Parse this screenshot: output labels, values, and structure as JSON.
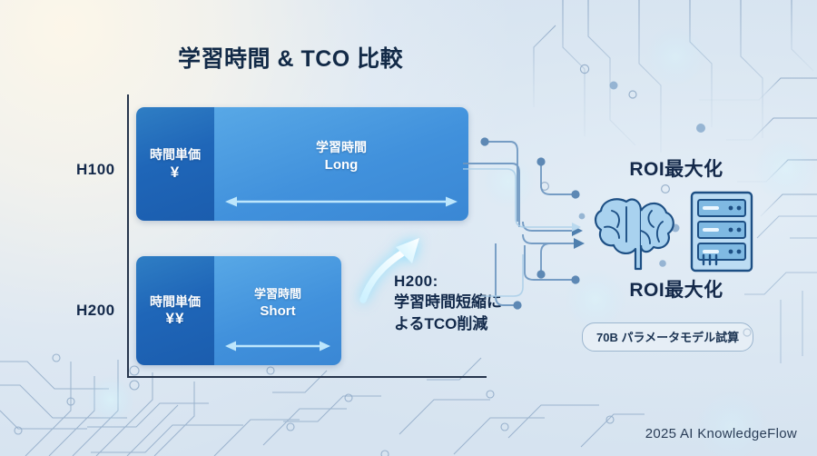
{
  "slide": {
    "title": "学習時間 & TCO 比較",
    "footer": "2025 AI KnowledgeFlow"
  },
  "chart": {
    "axis_labels": {
      "h100": "H100",
      "h200": "H200"
    },
    "bars": [
      {
        "id": "h100",
        "price_label": "時間単価",
        "price_value": "¥",
        "time_label": "学習時間",
        "time_value": "Long"
      },
      {
        "id": "h200",
        "price_label": "時間単価",
        "price_value": "¥¥",
        "time_label": "学習時間",
        "time_value": "Short"
      }
    ]
  },
  "annotation": {
    "line1": "H200:",
    "line2": "学習時間短縮に",
    "line3": "よるTCO削減"
  },
  "right_panel": {
    "roi_top": "ROI最大化",
    "roi_bottom": "ROI最大化",
    "badge": "70B パラメータモデル試算"
  },
  "chart_data": {
    "type": "bar",
    "title": "学習時間 & TCO 比較",
    "orientation": "horizontal",
    "categories": [
      "H100",
      "H200"
    ],
    "series": [
      {
        "name": "時間単価",
        "values": [
          1,
          1
        ],
        "labels": [
          "¥",
          "¥¥"
        ],
        "color": "#1f66b8"
      },
      {
        "name": "学習時間",
        "values": [
          3.26,
          1.63
        ],
        "labels": [
          "Long",
          "Short"
        ],
        "color": "#4191dc"
      }
    ],
    "xlabel": "",
    "ylabel": "",
    "grid": false,
    "legend": "none",
    "notes": "H200: 学習時間短縮によるTCO削減 / 70B パラメータモデル試算"
  },
  "colors": {
    "price_segment": "#1f66b8",
    "time_segment": "#4191dc",
    "text_dark": "#14294a",
    "arrow_light": "#b9e4fb",
    "connector": "#4f7fae",
    "background": "#dbe7f2"
  }
}
